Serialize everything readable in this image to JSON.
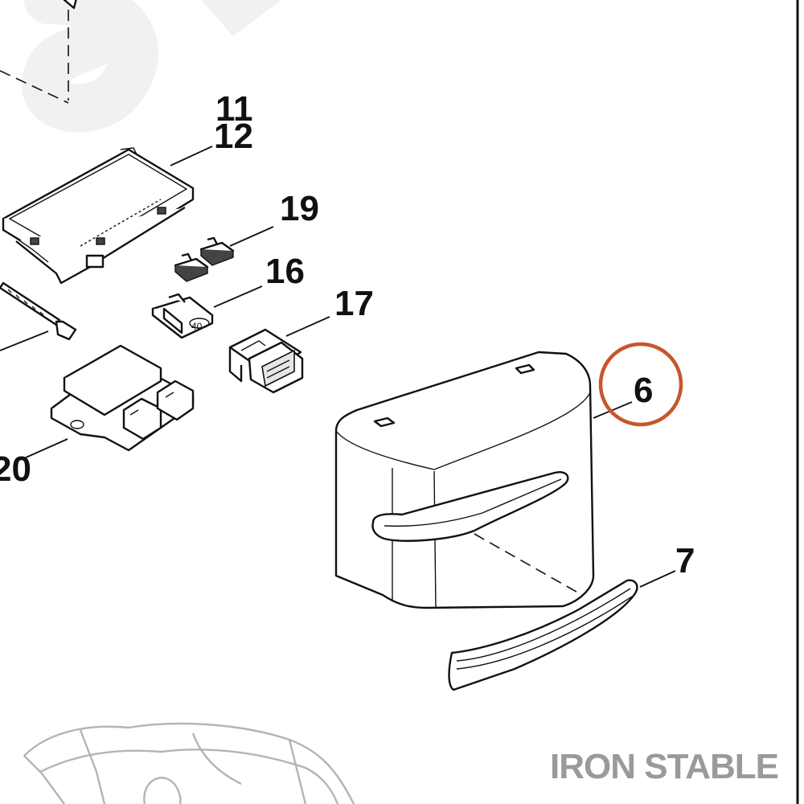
{
  "callouts": {
    "c11": "11",
    "c12": "12",
    "c19": "19",
    "c16": "16",
    "c17": "17",
    "c20": "20",
    "c6": "6",
    "c7": "7"
  },
  "fuse_label": "40",
  "watermark": "IRON STABLE",
  "colors": {
    "highlight_circle": "#c8552b",
    "watermark": "#9a9a9a",
    "outline_gray": "#b4b4b4",
    "ink": "#111111"
  }
}
